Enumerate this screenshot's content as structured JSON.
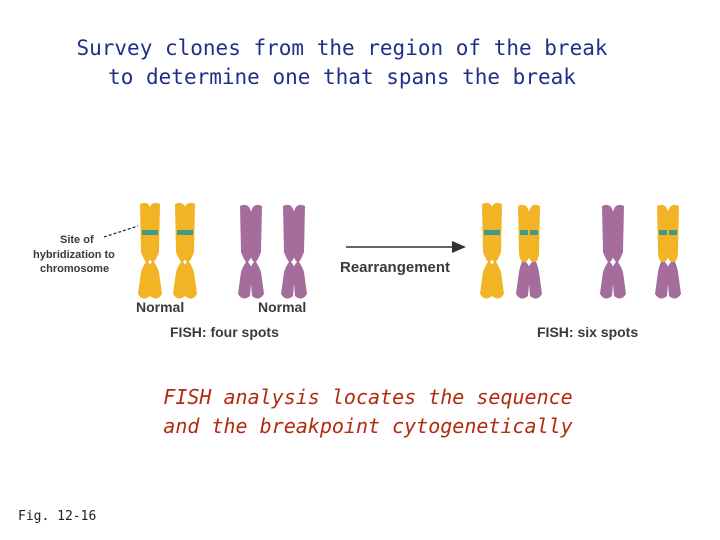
{
  "title_lines": [
    "Survey clones from the region of the break",
    "to determine one that spans the break"
  ],
  "figure": {
    "site_label_lines": [
      "Site of",
      "hybridization to",
      "chromosome"
    ],
    "normal_label_1": "Normal",
    "normal_label_2": "Normal",
    "fish_left": "FISH: four spots",
    "arrow_label": "Rearrangement",
    "fish_right": "FISH: six spots",
    "colors": {
      "yellow": "#f2b324",
      "purple": "#a56d9c",
      "green_band": "#3f9b86"
    },
    "icons": [
      "chromosome-yellow",
      "chromosome-purple",
      "arrow-right"
    ]
  },
  "caption_lines": [
    "FISH analysis locates the sequence",
    "and the breakpoint cytogenetically"
  ],
  "fig_label": "Fig. 12-16"
}
